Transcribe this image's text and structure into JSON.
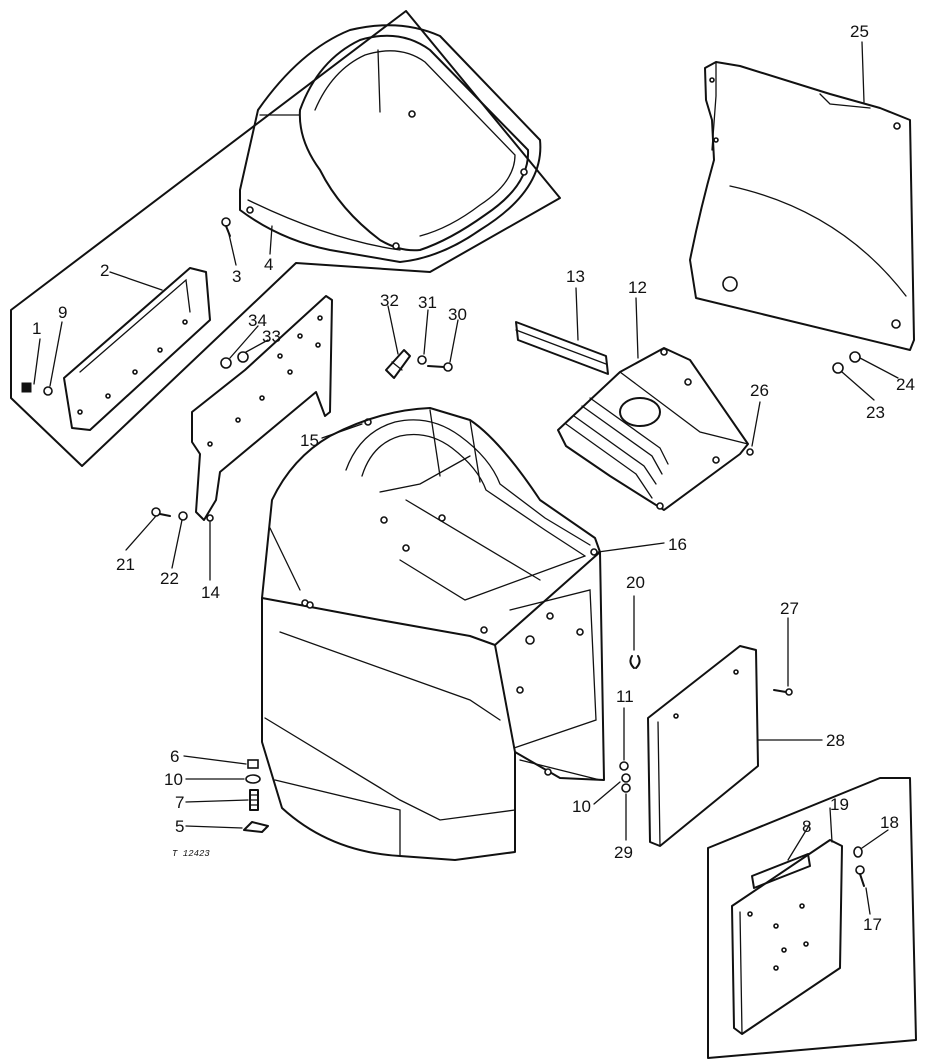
{
  "diagram": {
    "figure_code": "T 12423",
    "callouts": [
      {
        "id": "c1",
        "text": "1"
      },
      {
        "id": "c2",
        "text": "2"
      },
      {
        "id": "c3",
        "text": "3"
      },
      {
        "id": "c4",
        "text": "4"
      },
      {
        "id": "c5",
        "text": "5"
      },
      {
        "id": "c6",
        "text": "6"
      },
      {
        "id": "c7",
        "text": "7"
      },
      {
        "id": "c8",
        "text": "8"
      },
      {
        "id": "c9",
        "text": "9"
      },
      {
        "id": "c10a",
        "text": "10"
      },
      {
        "id": "c10b",
        "text": "10"
      },
      {
        "id": "c11",
        "text": "11"
      },
      {
        "id": "c12",
        "text": "12"
      },
      {
        "id": "c13",
        "text": "13"
      },
      {
        "id": "c14",
        "text": "14"
      },
      {
        "id": "c15",
        "text": "15"
      },
      {
        "id": "c16",
        "text": "16"
      },
      {
        "id": "c17",
        "text": "17"
      },
      {
        "id": "c18",
        "text": "18"
      },
      {
        "id": "c19",
        "text": "19"
      },
      {
        "id": "c20",
        "text": "20"
      },
      {
        "id": "c21",
        "text": "21"
      },
      {
        "id": "c22",
        "text": "22"
      },
      {
        "id": "c23",
        "text": "23"
      },
      {
        "id": "c24",
        "text": "24"
      },
      {
        "id": "c25",
        "text": "25"
      },
      {
        "id": "c26",
        "text": "26"
      },
      {
        "id": "c27",
        "text": "27"
      },
      {
        "id": "c28",
        "text": "28"
      },
      {
        "id": "c29",
        "text": "29"
      },
      {
        "id": "c30",
        "text": "30"
      },
      {
        "id": "c31",
        "text": "31"
      },
      {
        "id": "c32",
        "text": "32"
      },
      {
        "id": "c33",
        "text": "33"
      },
      {
        "id": "c34",
        "text": "34"
      }
    ]
  }
}
